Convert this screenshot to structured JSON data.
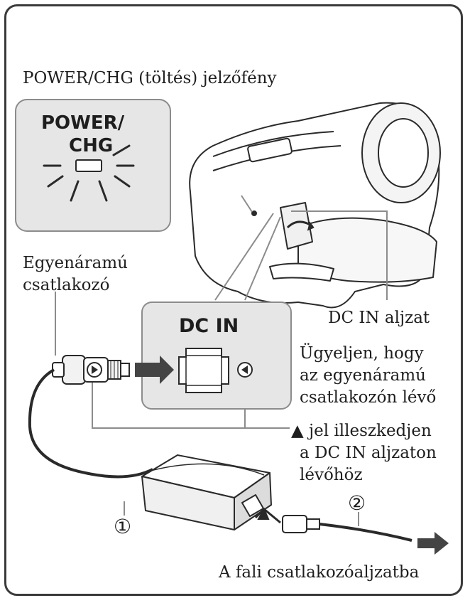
{
  "labels": {
    "power_indicator": "POWER/CHG (töltés) jelzőfény",
    "dc_plug_line1": "Egyenáramú",
    "dc_plug_line2": "csatlakozó",
    "dc_in_jack": "DC IN aljzat",
    "align_note_line1": "Ügyeljen, hogy",
    "align_note_line2": "az egyenáramú",
    "align_note_line3": "csatlakozón lévő",
    "align_note_line4": "▲ jel illeszkedjen",
    "align_note_line5": "a DC IN aljzaton",
    "align_note_line6": "lévőhöz",
    "wall_outlet": "A fali csatlakozóaljzatba"
  },
  "callouts": {
    "power_word": "POWER/",
    "chg_word": "CHG",
    "dc_in_word": "DC IN"
  },
  "markers": {
    "adapter": "①",
    "cord": "②"
  },
  "colors": {
    "line": "#2a2a2a",
    "fill": "#ffffff",
    "gray": "#8c8c8c",
    "light_gray": "#e6e6e6"
  }
}
